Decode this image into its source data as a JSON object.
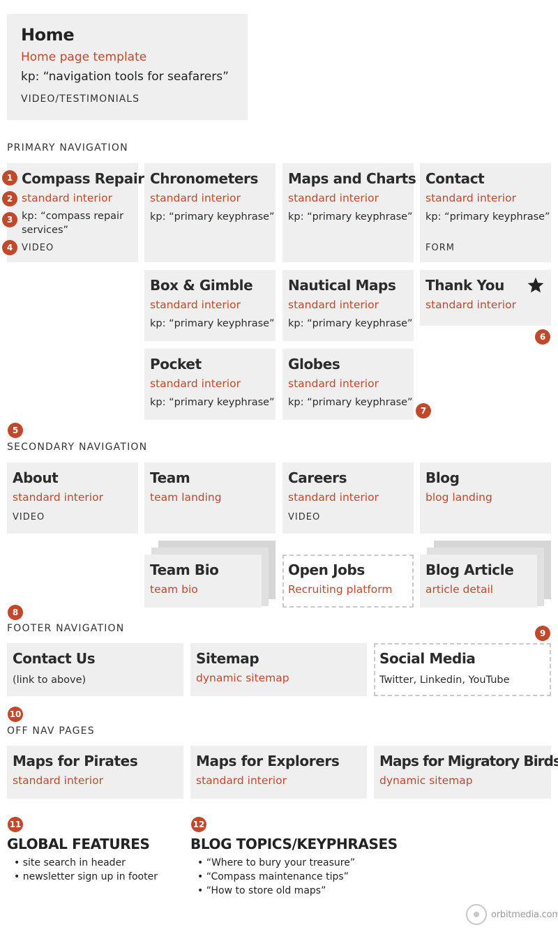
{
  "home": {
    "title": "Home",
    "template": "Home page template",
    "keyphrase": "kp: “navigation tools for seafarers”",
    "note": "VIDEO/TESTIMONIALS"
  },
  "primary_nav": {
    "heading": "PRIMARY NAVIGATION",
    "compass_repair": {
      "title": "Compass Repair",
      "template": "standard interior",
      "keyphrase": "kp: “compass repair",
      "keyphrase_2": "services”",
      "note": "VIDEO"
    },
    "chronometers": {
      "title": "Chronometers",
      "template": "standard interior",
      "keyphrase": "kp: “primary keyphrase”"
    },
    "maps_and_charts": {
      "title": "Maps and Charts",
      "template": "standard interior",
      "keyphrase": "kp: “primary keyphrase”"
    },
    "contact": {
      "title": "Contact",
      "template": "standard interior",
      "keyphrase": "kp: “primary keyphrase”",
      "note": "FORM"
    },
    "box_gimble": {
      "title": "Box & Gimble",
      "template": "standard interior",
      "keyphrase": "kp: “primary keyphrase”"
    },
    "nautical_maps": {
      "title": "Nautical Maps",
      "template": "standard interior",
      "keyphrase": "kp: “primary keyphrase”"
    },
    "thank_you": {
      "title": "Thank You",
      "template": "standard interior",
      "icon": "star-icon"
    },
    "pocket": {
      "title": "Pocket",
      "template": "standard interior",
      "keyphrase": "kp: “primary keyphrase”"
    },
    "globes": {
      "title": "Globes",
      "template": "standard interior",
      "keyphrase": "kp: “primary keyphrase”"
    }
  },
  "secondary_nav": {
    "heading": "SECONDARY NAVIGATION",
    "about": {
      "title": "About",
      "template": "standard interior",
      "note": "VIDEO"
    },
    "team": {
      "title": "Team",
      "template": "team landing"
    },
    "careers": {
      "title": "Careers",
      "template": "standard interior",
      "note": "VIDEO"
    },
    "blog": {
      "title": "Blog",
      "template": "blog landing"
    },
    "team_bio": {
      "title": "Team Bio",
      "template": "team bio"
    },
    "open_jobs": {
      "title": "Open Jobs",
      "template": "Recruiting platform"
    },
    "blog_article": {
      "title": "Blog Article",
      "template": "article detail"
    }
  },
  "footer_nav": {
    "heading": "FOOTER NAVIGATION",
    "contact_us": {
      "title": "Contact Us",
      "detail": "(link to above)"
    },
    "sitemap": {
      "title": "Sitemap",
      "template": "dynamic sitemap"
    },
    "social_media": {
      "title": "Social Media",
      "detail": "Twitter, Linkedin, YouTube"
    }
  },
  "off_nav": {
    "heading": "OFF NAV PAGES",
    "maps_for_pirates": {
      "title": "Maps for Pirates",
      "template": "standard interior"
    },
    "maps_for_explorers": {
      "title": "Maps for Explorers",
      "template": "standard interior"
    },
    "maps_for_migratory_birds": {
      "title": "Maps for Migratory Birds",
      "template": "dynamic sitemap"
    }
  },
  "global_features": {
    "heading": "GLOBAL FEATURES",
    "items": [
      "• site search in header",
      "• newsletter sign up in footer"
    ]
  },
  "blog_topics": {
    "heading": "BLOG TOPICS/KEYPHRASES",
    "items": [
      "• “Where to bury your treasure”",
      "• “Compass maintenance tips”",
      "• “How to store old maps”"
    ]
  },
  "badges": [
    "1",
    "2",
    "3",
    "4",
    "5",
    "6",
    "7",
    "8",
    "9",
    "10",
    "11",
    "12"
  ],
  "brand": {
    "logo_text": "orbitmedia.com",
    "accent": "#c0492c",
    "card_bg": "#efefef"
  }
}
